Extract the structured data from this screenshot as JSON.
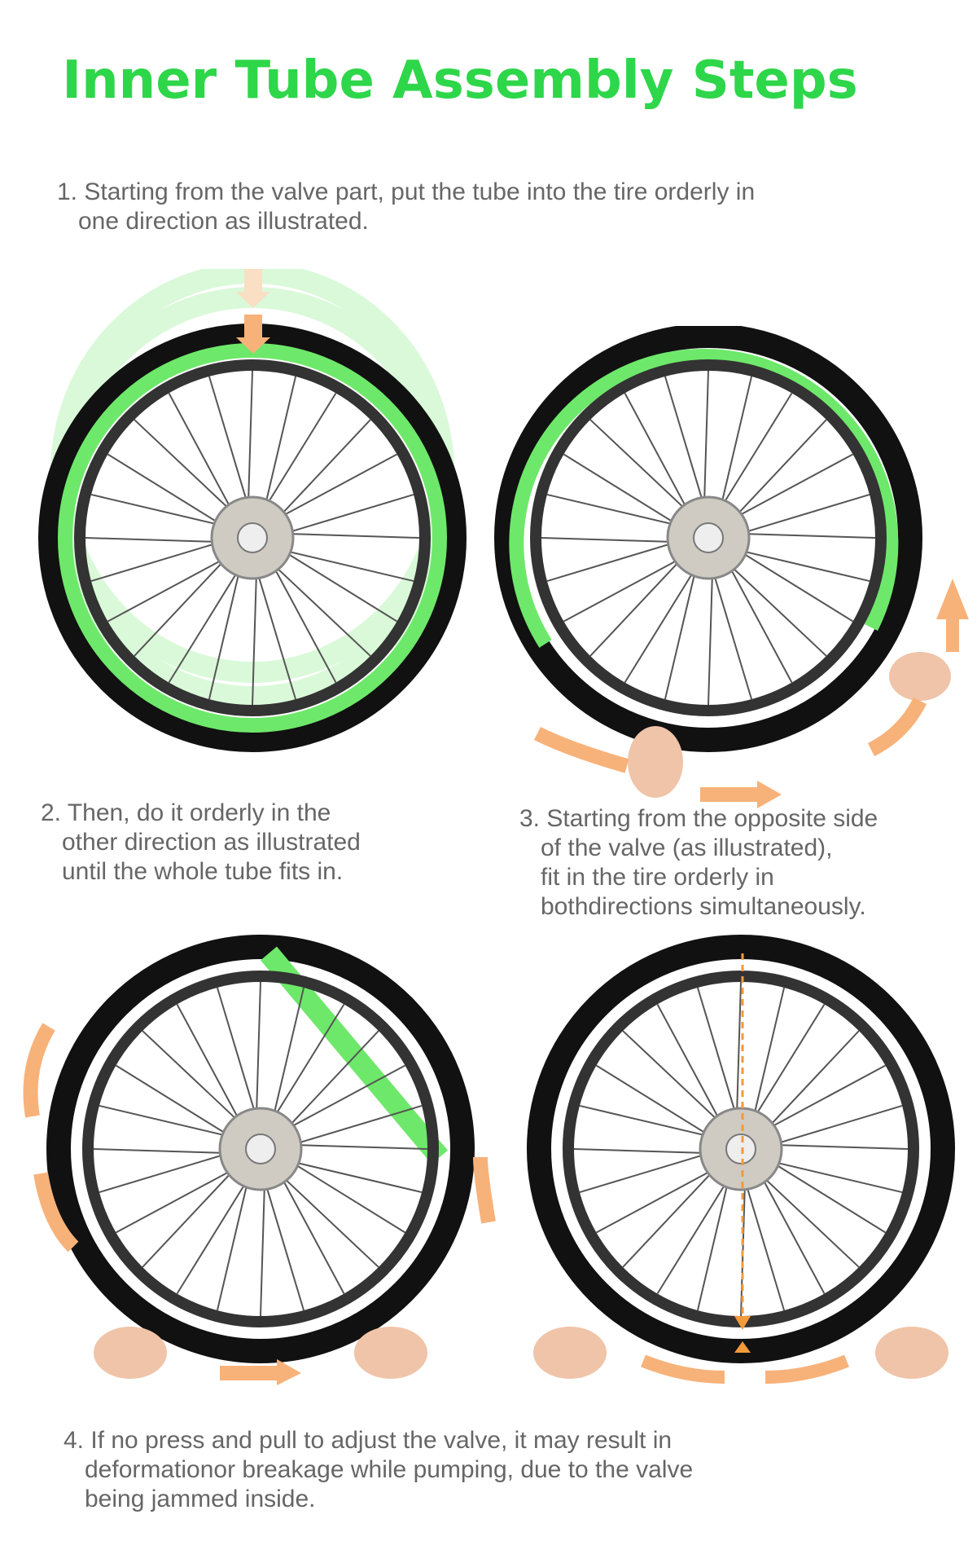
{
  "title": "Inner Tube Assembly Steps",
  "steps": [
    {
      "lines": [
        "1. Starting from the valve part, put the tube into the tire orderly in",
        "one direction as illustrated."
      ]
    },
    {
      "lines": [
        "2. Then, do it orderly in the",
        "other direction as illustrated",
        "until the whole tube fits in."
      ]
    },
    {
      "lines": [
        "3. Starting from the opposite side",
        "of the valve (as illustrated),",
        "fit in the tire orderly in",
        "bothdirections simultaneously."
      ]
    },
    {
      "lines": [
        "4. If no press and pull to adjust the valve, it may result in",
        "deformationor breakage while pumping, due to the valve",
        "being jammed inside."
      ]
    }
  ],
  "colors": {
    "title": "#2ed64a",
    "tube": "#6ee86a",
    "tire": "#111111",
    "arrow": "#f7b27a",
    "text": "#666666"
  },
  "icons": [
    "wheel-icon",
    "hand-icon",
    "arrow-icon",
    "valve-icon"
  ]
}
